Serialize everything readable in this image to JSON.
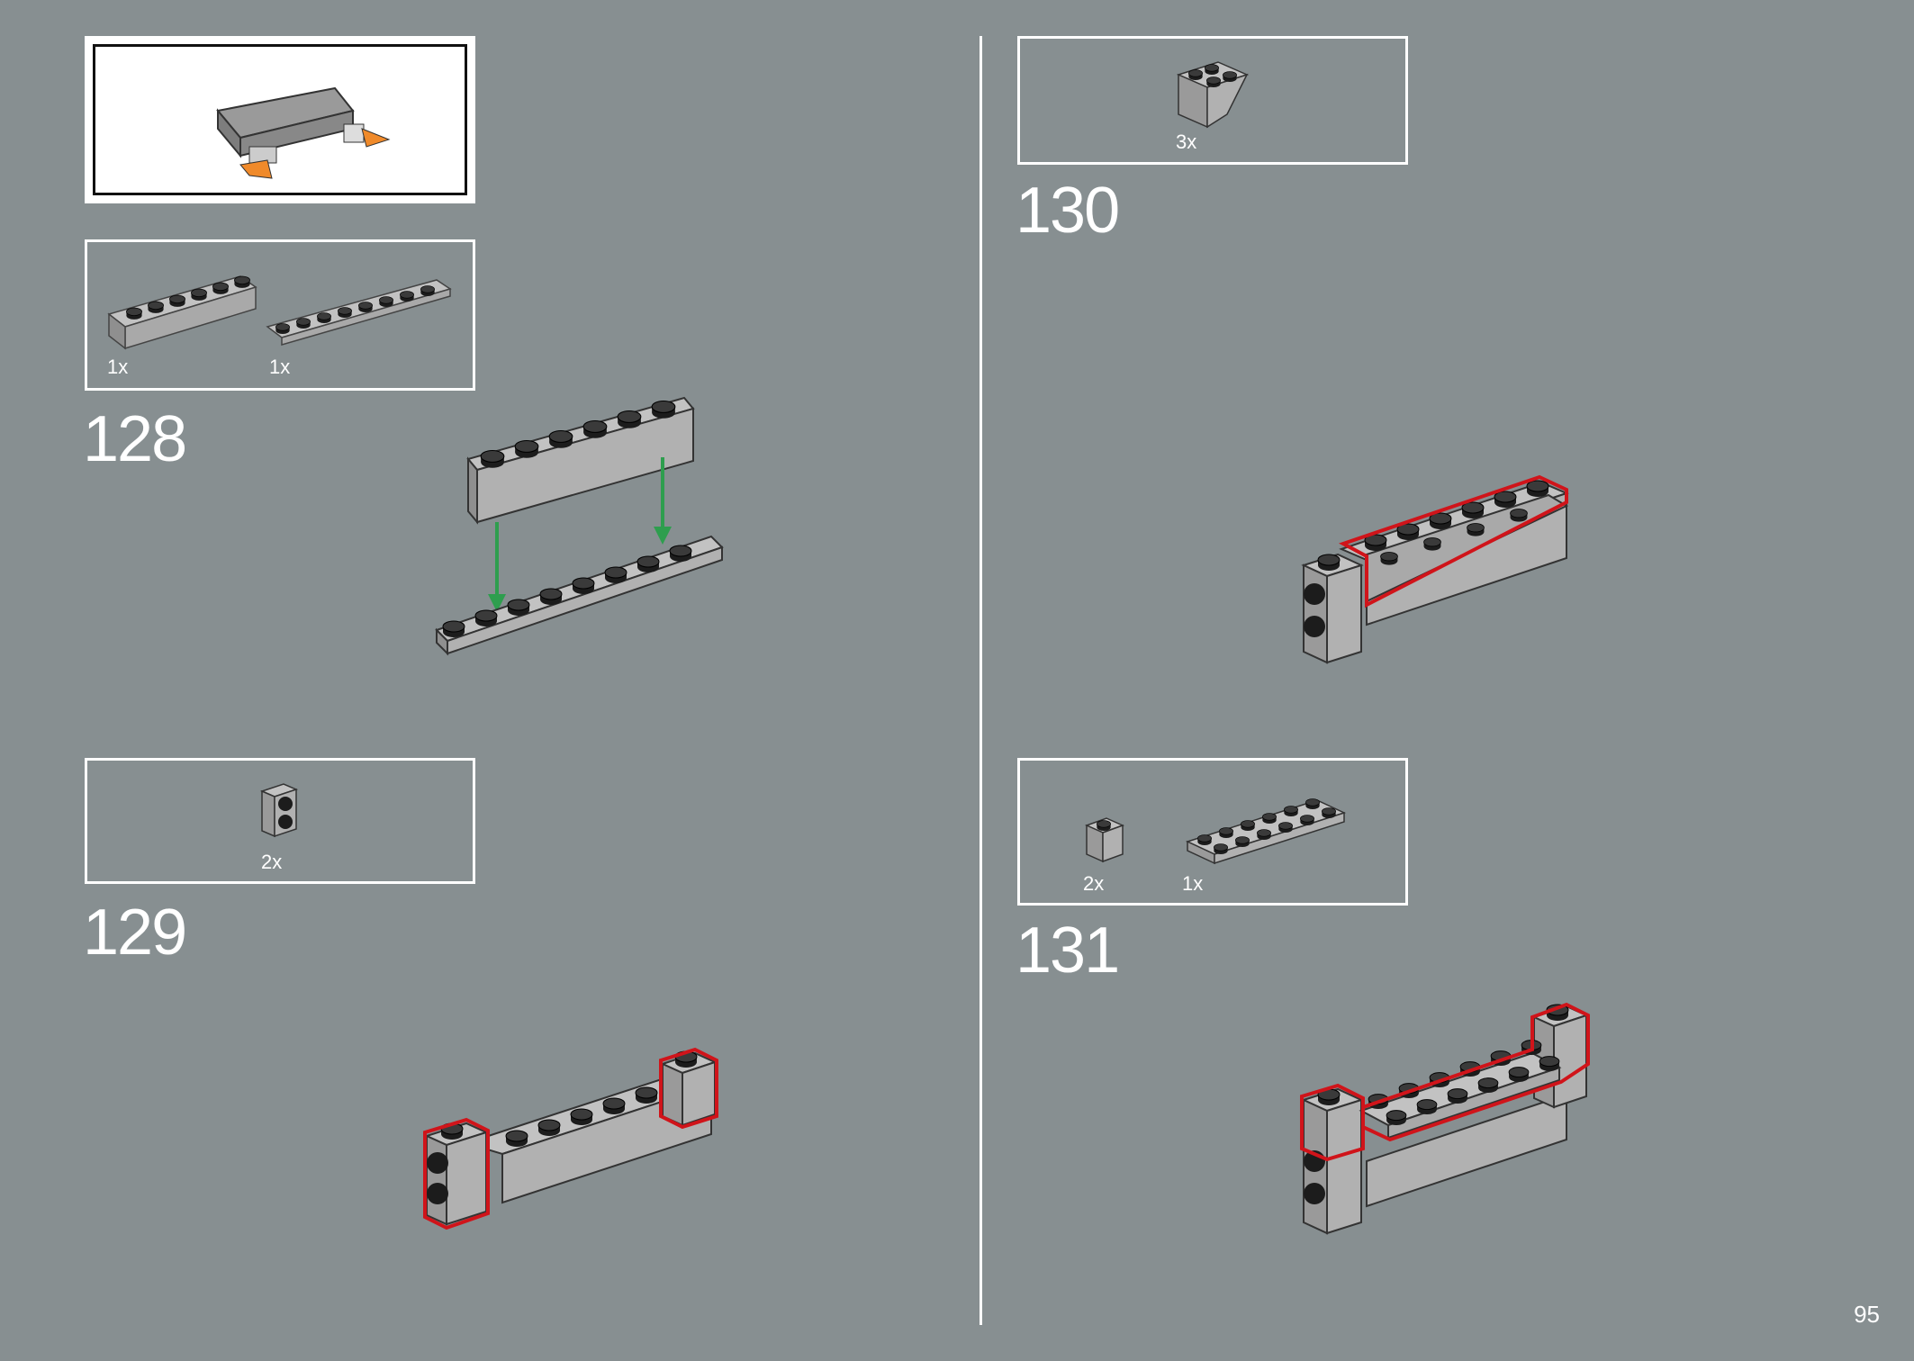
{
  "page": {
    "number": "95"
  },
  "colors": {
    "background": "#878f91",
    "brick": "#b1b1b1",
    "stud": "#1c1c1c",
    "highlight": "#d0141a",
    "arrow": "#2e9e4e",
    "accent_orange": "#f08a2a"
  },
  "subassembly_preview": {
    "icon": "landing-gear-subassembly-icon"
  },
  "steps": [
    {
      "number": "128",
      "parts": [
        {
          "qty": "1x",
          "icon": "brick-1x6-icon"
        },
        {
          "qty": "1x",
          "icon": "plate-1x8-icon"
        }
      ]
    },
    {
      "number": "129",
      "parts": [
        {
          "qty": "2x",
          "icon": "brick-1x1-side-studs-icon"
        }
      ]
    },
    {
      "number": "130",
      "parts": [
        {
          "qty": "3x",
          "icon": "inverted-slope-2x2-icon"
        }
      ]
    },
    {
      "number": "131",
      "parts": [
        {
          "qty": "2x",
          "icon": "brick-1x1-icon"
        },
        {
          "qty": "1x",
          "icon": "plate-2x6-icon"
        }
      ]
    }
  ]
}
